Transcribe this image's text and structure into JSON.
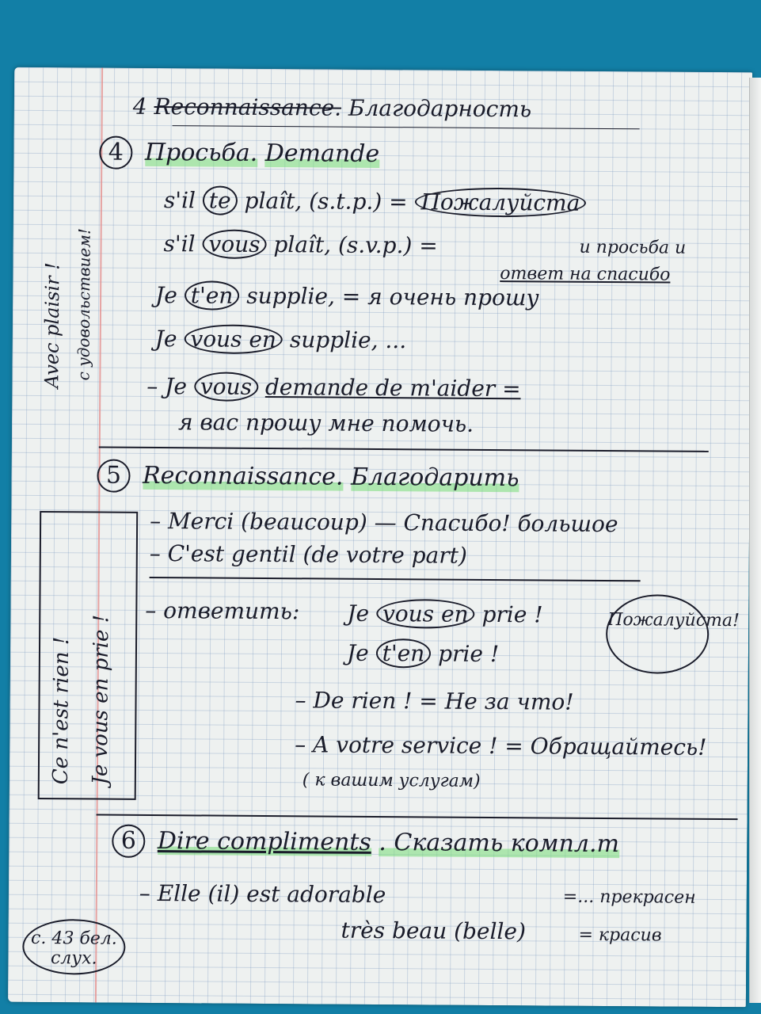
{
  "header": {
    "line4_prefix": "4",
    "line4_fr": "Reconnaissance.",
    "line4_ru": "Благодарность"
  },
  "section4": {
    "number": "4",
    "title_ru": "Просьба.",
    "title_fr": "Demande",
    "lines": {
      "stp_a": "s'il",
      "stp_circ": "te",
      "stp_b": "plaît, (s.t.p.)",
      "stp_eq": "=",
      "stp_ru": "Пожалуйста",
      "svp_a": "s'il",
      "svp_circ": "vous",
      "svp_b": "plaît, (s.v.p.)",
      "svp_eq": "=",
      "note1": "и просьба и",
      "note2": "ответ на спасибо",
      "supp1_a": "Je",
      "supp1_circ": "t'en",
      "supp1_b": "supplie,",
      "supp1_ru": "= я очень прошу",
      "supp2_a": "Je",
      "supp2_circ": "vous en",
      "supp2_b": "supplie, ...",
      "dem_a": "– Je",
      "dem_circ": "vous",
      "dem_b": "demande de m'aider =",
      "dem_ru": "я вас прошу мне помочь."
    },
    "side_note_fr": "Avec plaisir !",
    "side_note_ru": "с удовольствием!"
  },
  "section5": {
    "number": "5",
    "title_fr": "Reconnaissance.",
    "title_ru": "Благодарить",
    "merci": "– Merci (beaucoup) — Спасибо! большое",
    "gentil": "– C'est gentil (de votre part)",
    "reply_label": "– ответить:",
    "reply1_a": "Je",
    "reply1_circ": "vous en",
    "reply1_b": "prie !",
    "reply2_a": "Je",
    "reply2_circ": "t'en",
    "reply2_b": "prie !",
    "reply_ru": "Пожалуйста!",
    "derien": "– De rien ! = Не за что!",
    "service": "– A votre service ! = Обращайтесь!",
    "service_ru": "( к вашим услугам)",
    "side_box_1": "Ce n'est rien !",
    "side_box_2": "Je vous en prie !"
  },
  "section6": {
    "number": "6",
    "title_fr": "Dire compliments",
    "title_ru": ". Сказать компл.т",
    "elle": "– Elle (il) est adorable",
    "elle_ru": "=... прекрасен",
    "tres": "très beau (belle)",
    "tres_ru": "= красив"
  },
  "footer_note": "с. 43 бел. слух."
}
